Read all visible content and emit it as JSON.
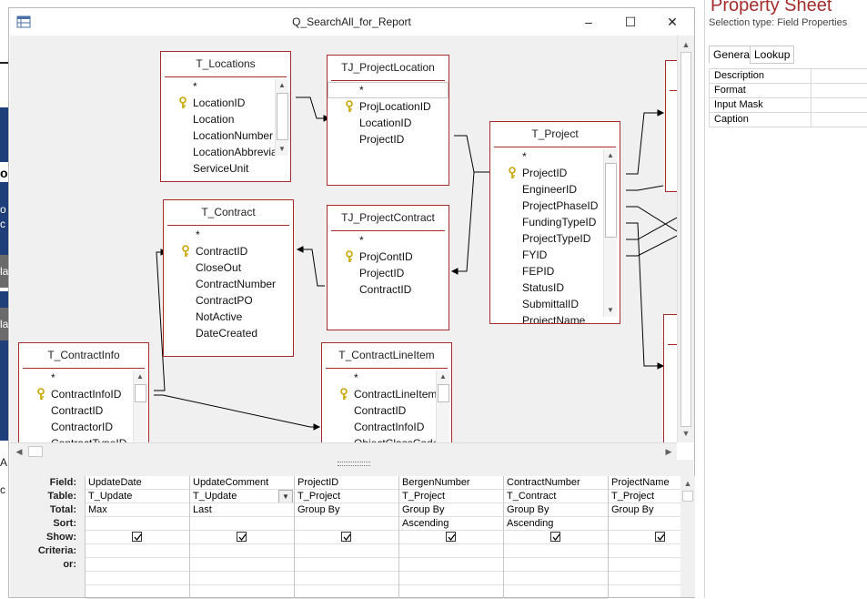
{
  "window": {
    "title": "Q_SearchAll_for_Report",
    "minimize_glyph": "–",
    "maximize_glyph": "☐",
    "close_glyph": "✕"
  },
  "left_strip": {
    "fragments": [
      "o",
      "o",
      "c",
      "la",
      "la",
      "A",
      "c"
    ]
  },
  "tables": {
    "locations": {
      "name": "T_Locations",
      "fields": [
        "*",
        "LocationID",
        "Location",
        "LocationNumber",
        "LocationAbbrevia",
        "ServiceUnit"
      ]
    },
    "proj_location": {
      "name": "TJ_ProjectLocation",
      "fields": [
        "*",
        "ProjLocationID",
        "LocationID",
        "ProjectID"
      ]
    },
    "project": {
      "name": "T_Project",
      "fields": [
        "*",
        "ProjectID",
        "EngineerID",
        "ProjectPhaseID",
        "FundingTypeID",
        "ProjectTypeID",
        "FYID",
        "FEPID",
        "StatusID",
        "SubmittalID",
        "ProjectName"
      ]
    },
    "contract": {
      "name": "T_Contract",
      "fields": [
        "*",
        "ContractID",
        "CloseOut",
        "ContractNumber",
        "ContractPO",
        "NotActive",
        "DateCreated"
      ]
    },
    "proj_contract": {
      "name": "TJ_ProjectContract",
      "fields": [
        "*",
        "ProjContID",
        "ProjectID",
        "ContractID"
      ]
    },
    "contract_info": {
      "name": "T_ContractInfo",
      "fields": [
        "*",
        "ContractInfoID",
        "ContractID",
        "ContractorID",
        "ContractTypeID"
      ]
    },
    "contract_line_item": {
      "name": "T_ContractLineItem",
      "fields": [
        "*",
        "ContractLineItem",
        "ContractID",
        "ContractInfoID",
        "ObjectClassCode"
      ]
    }
  },
  "grid": {
    "row_labels": [
      "Field:",
      "Table:",
      "Total:",
      "Sort:",
      "Show:",
      "Criteria:",
      "or:"
    ],
    "columns": [
      {
        "field": "UpdateDate",
        "table": "T_Update",
        "total": "Max",
        "sort": "",
        "show": true
      },
      {
        "field": "UpdateComment",
        "table": "T_Update",
        "total": "Last",
        "sort": "",
        "show": true
      },
      {
        "field": "ProjectID",
        "table": "T_Project",
        "total": "Group By",
        "sort": "",
        "show": true
      },
      {
        "field": "BergenNumber",
        "table": "T_Project",
        "total": "Group By",
        "sort": "Ascending",
        "show": true
      },
      {
        "field": "ContractNumber",
        "table": "T_Contract",
        "total": "Group By",
        "sort": "Ascending",
        "show": true
      },
      {
        "field": "ProjectName",
        "table": "T_Project",
        "total": "Group By",
        "sort": "",
        "show": true
      }
    ]
  },
  "property_sheet": {
    "title": "Property Sheet",
    "selection_type": "Selection type:  Field Properties",
    "tabs": [
      "General",
      "Lookup"
    ],
    "properties": [
      "Description",
      "Format",
      "Input Mask",
      "Caption"
    ]
  },
  "colors": {
    "accent": "#a42c2c",
    "canvas": "#f0f0f0"
  }
}
